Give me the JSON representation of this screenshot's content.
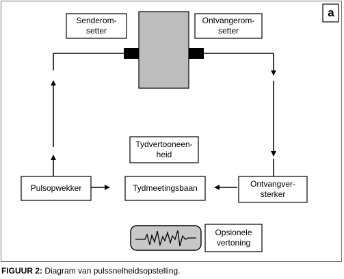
{
  "corner_label": "a",
  "blocks": {
    "transmitter_transducer": [
      "Senderom-",
      "setter"
    ],
    "receiver_transducer": [
      "Ontvangerom-",
      "setter"
    ],
    "time_display_unit": [
      "Tydvertooneen-",
      "heid"
    ],
    "pulse_generator": [
      "Pulsopwekker"
    ],
    "timing_circuit": [
      "Tydmeetingsbaan"
    ],
    "receiver_amplifier": [
      "Ontvangver-",
      "sterker"
    ],
    "optional_display": [
      "Opsionele",
      "vertoning"
    ]
  },
  "caption": {
    "figure_number": "FIGUUR 2:",
    "text": "Diagram van pulssnelheidsopstelling."
  },
  "colors": {
    "specimen_fill": "#bdbdbd",
    "screen_fill": "#c8c8c8",
    "line": "#000000",
    "frame": "#6e6e6e"
  }
}
